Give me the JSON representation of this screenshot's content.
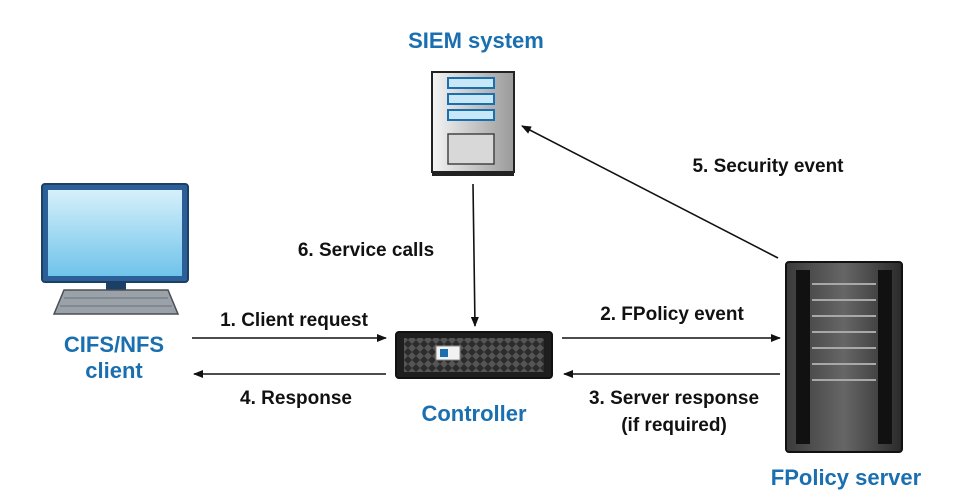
{
  "nodes": {
    "siem": {
      "label": "SIEM system"
    },
    "client": {
      "label_line1": "CIFS/NFS",
      "label_line2": "client"
    },
    "controller": {
      "label": "Controller"
    },
    "fpolicy_server": {
      "label": "FPolicy server"
    }
  },
  "edges": {
    "client_request": "1. Client request",
    "fpolicy_event": "2. FPolicy event",
    "server_response_line1": "3. Server response",
    "server_response_line2": "(if required)",
    "response": "4. Response",
    "security_event": "5. Security event",
    "service_calls": "6. Service calls"
  },
  "colors": {
    "node_label": "#1a6fb0",
    "edge_label": "#111111",
    "arrow": "#111111"
  }
}
